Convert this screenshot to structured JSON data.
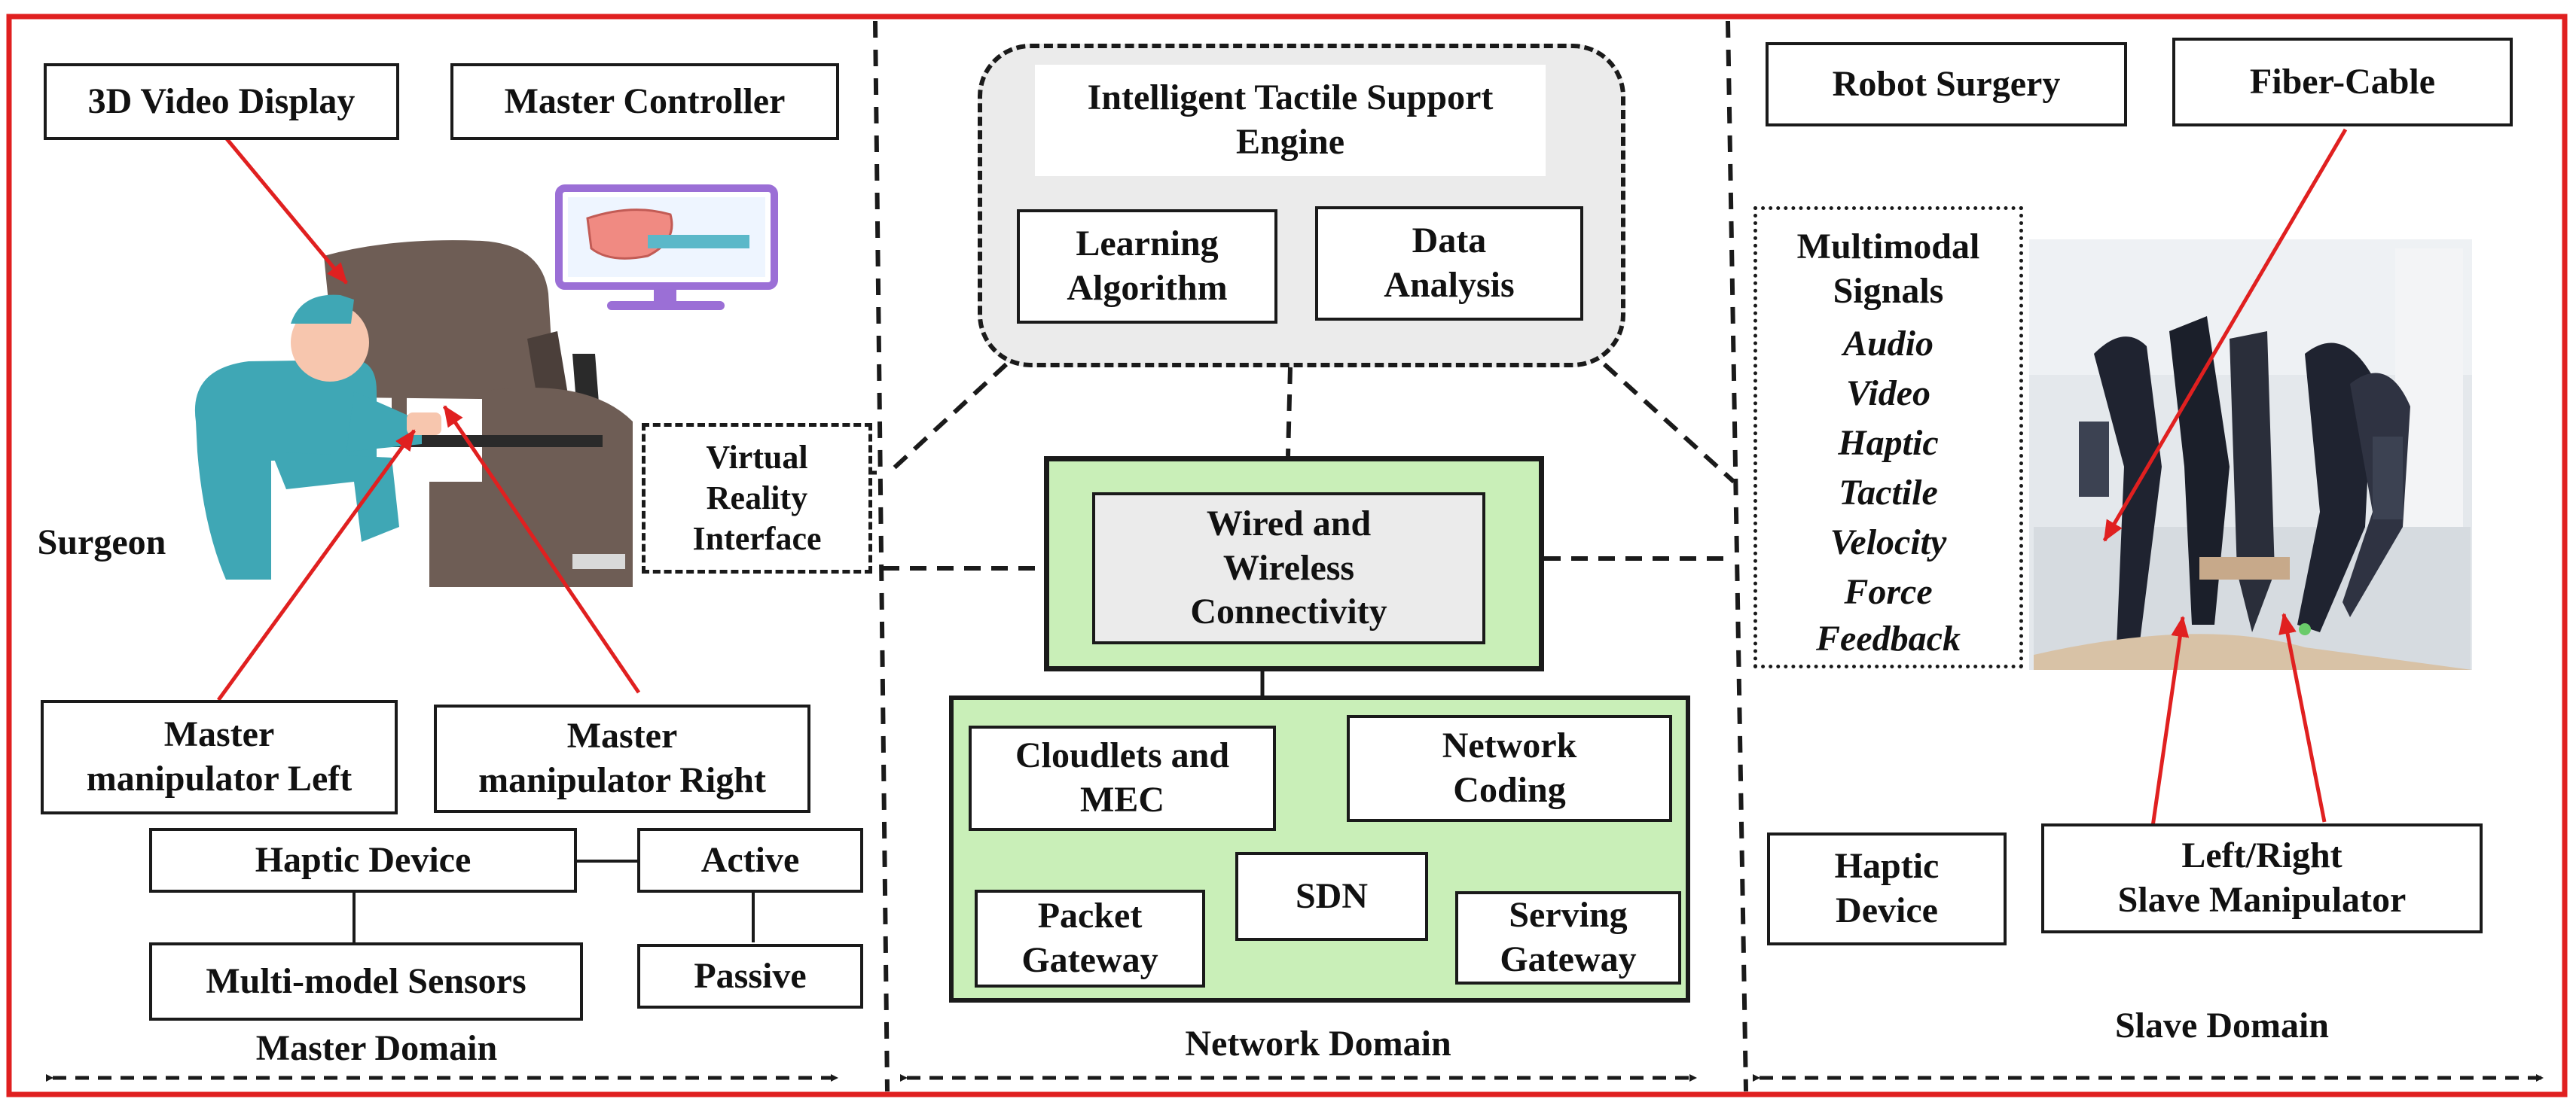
{
  "master_domain": {
    "video_display": "3D Video Display",
    "master_controller": "Master Controller",
    "surgeon": "Surgeon",
    "vr_interface": "Virtual\nReality\nInterface",
    "manipulator_left": "Master\nmanipulator Left",
    "manipulator_right": "Master\nmanipulator Right",
    "haptic_device": "Haptic Device",
    "active": "Active",
    "sensors": "Multi-model Sensors",
    "passive": "Passive",
    "domain_label": "Master Domain"
  },
  "network_domain": {
    "engine_title": "Intelligent Tactile Support\nEngine",
    "learning_algorithm": "Learning\nAlgorithm",
    "data_analysis": "Data\nAnalysis",
    "connectivity": "Wired and\nWireless\nConnectivity",
    "cloudlets": "Cloudlets and\nMEC",
    "network_coding": "Network\nCoding",
    "sdn": "SDN",
    "packet_gateway": "Packet\nGateway",
    "serving_gateway": "Serving\nGateway",
    "domain_label": "Network Domain"
  },
  "slave_domain": {
    "robot_surgery": "Robot Surgery",
    "fiber_cable": "Fiber-Cable",
    "signals_title": "Multimodal\nSignals",
    "signals": [
      "Audio",
      "Video",
      "Haptic",
      "Tactile",
      "Velocity",
      "Force",
      "Feedback"
    ],
    "haptic_device": "Haptic\nDevice",
    "slave_manipulator": "Left/Right\nSlave Manipulator",
    "domain_label": "Slave Domain"
  },
  "colors": {
    "frame_red": "#e02020",
    "green_fill": "#c9efb8",
    "grey_fill": "#ebebeb",
    "ink": "#1a1a1a",
    "surgeon_teal": "#3fa7b5",
    "console_brown": "#6e5d55",
    "monitor_purple": "#9b6fd6",
    "organ_pink": "#f08a82"
  }
}
